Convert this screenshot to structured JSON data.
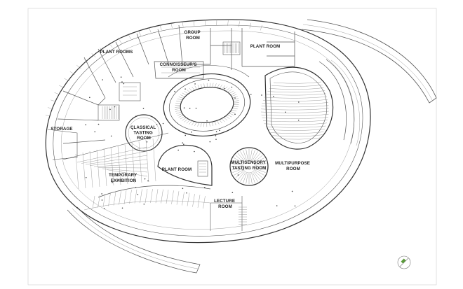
{
  "drawing": {
    "rooms": [
      {
        "id": "group-room",
        "lines": [
          "GROUP",
          "ROOM"
        ]
      },
      {
        "id": "plant-room-top",
        "lines": [
          "PLANT ROOM"
        ]
      },
      {
        "id": "plant-rooms",
        "lines": [
          "PLANT ROOMS"
        ]
      },
      {
        "id": "connoisseurs-room",
        "lines": [
          "CONNOISSEUR'S",
          "ROOM"
        ]
      },
      {
        "id": "storage",
        "lines": [
          "STORAGE"
        ]
      },
      {
        "id": "classical-tasting-room",
        "lines": [
          "CLASSICAL",
          "TASTING",
          "ROOM"
        ]
      },
      {
        "id": "plant-room-center",
        "lines": [
          "PLANT ROOM"
        ]
      },
      {
        "id": "multisensory-tasting-room",
        "lines": [
          "MULTISENSORY",
          "TASTING ROOM"
        ]
      },
      {
        "id": "multipurpose-room",
        "lines": [
          "MULTIPURPOSE",
          "ROOM"
        ]
      },
      {
        "id": "temporary-exhibition",
        "lines": [
          "TEMPORARY",
          "EXHIBITION"
        ]
      },
      {
        "id": "lecture-room",
        "lines": [
          "LECTURE",
          "ROOM"
        ]
      }
    ],
    "colors": {
      "line": "#555555",
      "background": "#ffffff",
      "north-marker": "#5a9a3a"
    }
  }
}
